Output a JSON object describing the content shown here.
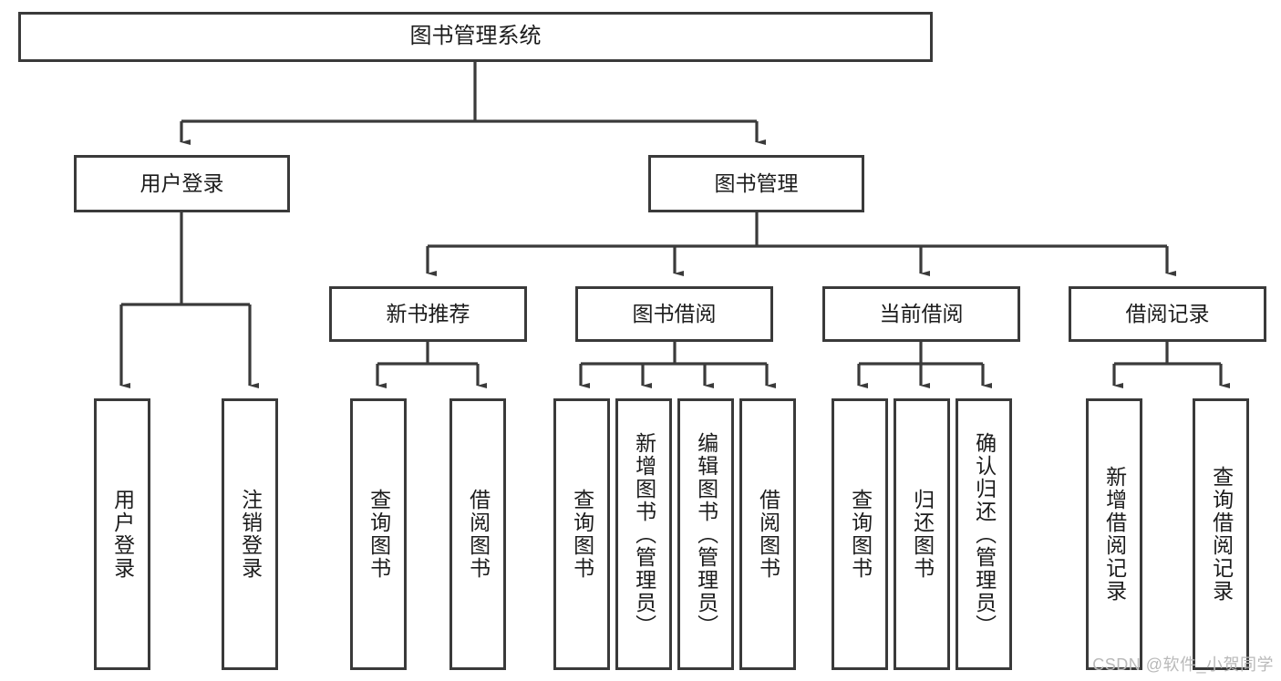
{
  "diagram": {
    "title": "图书管理系统",
    "type": "tree-hierarchy-diagram",
    "orientation": "top-down",
    "colors": {
      "box_border": "#3a3a3a",
      "box_fill": "#ffffff",
      "connector": "#3a3a3a",
      "text": "#1c1c1c",
      "watermark": "#b9b9b9"
    },
    "root": {
      "label": "图书管理系统"
    },
    "level2": [
      {
        "label": "用户登录"
      },
      {
        "label": "图书管理"
      }
    ],
    "level3": [
      {
        "label": "新书推荐"
      },
      {
        "label": "图书借阅"
      },
      {
        "label": "当前借阅"
      },
      {
        "label": "借阅记录"
      }
    ],
    "leaves": {
      "user_login": [
        {
          "label": "用户登录"
        },
        {
          "label": "注销登录"
        }
      ],
      "new_book_recommend": [
        {
          "label": "查询图书"
        },
        {
          "label": "借阅图书"
        }
      ],
      "book_borrow": [
        {
          "label": "查询图书"
        },
        {
          "label": "新增图书（管理员）"
        },
        {
          "label": "编辑图书（管理员）"
        },
        {
          "label": "借阅图书"
        }
      ],
      "current_borrow": [
        {
          "label": "查询图书"
        },
        {
          "label": "归还图书"
        },
        {
          "label": "确认归还（管理员）"
        }
      ],
      "borrow_record": [
        {
          "label": "新增借阅记录"
        },
        {
          "label": "查询借阅记录"
        }
      ]
    }
  },
  "watermark": {
    "text": "CSDN @软件_小贺同学"
  }
}
